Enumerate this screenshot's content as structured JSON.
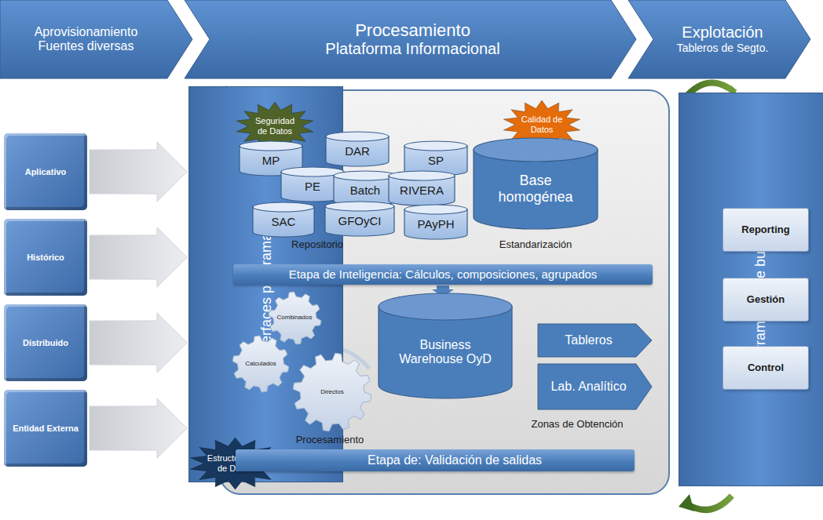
{
  "diagram": {
    "nodes": [
      {
        "text": [
          "Aprovisionamiento",
          "Fuentes diversas"
        ]
      },
      {
        "text": [
          "Procesamiento",
          "Plataforma Informacional"
        ]
      },
      {
        "text": [
          "Explotación",
          "Tableros de Segto."
        ]
      },
      {
        "text": [
          "Aplicativo"
        ]
      },
      {
        "text": [
          "Histórico"
        ]
      },
      {
        "text": [
          "Distribuido"
        ]
      },
      {
        "text": [
          "Entidad Externa"
        ]
      },
      {
        "text": [
          "Interfaces programadas"
        ]
      },
      {
        "text": [
          "Seguridad de Datos"
        ]
      },
      {
        "text": [
          "MP"
        ]
      },
      {
        "text": [
          "DAR"
        ]
      },
      {
        "text": [
          "SP"
        ]
      },
      {
        "text": [
          "PE"
        ]
      },
      {
        "text": [
          "Batch"
        ]
      },
      {
        "text": [
          "RIVERA"
        ]
      },
      {
        "text": [
          "SAC"
        ]
      },
      {
        "text": [
          "GFOyCI"
        ]
      },
      {
        "text": [
          "PAyPH"
        ]
      },
      {
        "text": [
          "Calidad de Datos"
        ]
      },
      {
        "text": [
          "Base homogénea"
        ]
      },
      {
        "text": [
          "Etapa de Inteligencia: Cálculos, composiciones, agrupados"
        ]
      },
      {
        "text": [
          "Combinados"
        ]
      },
      {
        "text": [
          "Calculados"
        ]
      },
      {
        "text": [
          "Directos"
        ]
      },
      {
        "text": [
          "Business Warehouse OyD"
        ]
      },
      {
        "text": [
          "Tableros"
        ]
      },
      {
        "text": [
          "Lab. Analítico"
        ]
      },
      {
        "text": [
          "Estructuración de Datos"
        ]
      },
      {
        "text": [
          "Etapa de: Validación de salidas"
        ]
      },
      {
        "text": [
          "Herramienta de business"
        ]
      },
      {
        "text": [
          "Reporting"
        ]
      },
      {
        "text": [
          "Gestión"
        ]
      },
      {
        "text": [
          "Control"
        ]
      }
    ],
    "edges": [
      {
        "from": 3,
        "to": 7,
        "arrow": "to"
      },
      {
        "from": 4,
        "to": 7,
        "arrow": "to"
      },
      {
        "from": 5,
        "to": 7,
        "arrow": "to"
      },
      {
        "from": 6,
        "to": 7,
        "arrow": "to"
      }
    ],
    "labels": [
      "Repositorio",
      "Estandarización",
      "Procesamiento",
      "Zonas de Obtención"
    ]
  }
}
